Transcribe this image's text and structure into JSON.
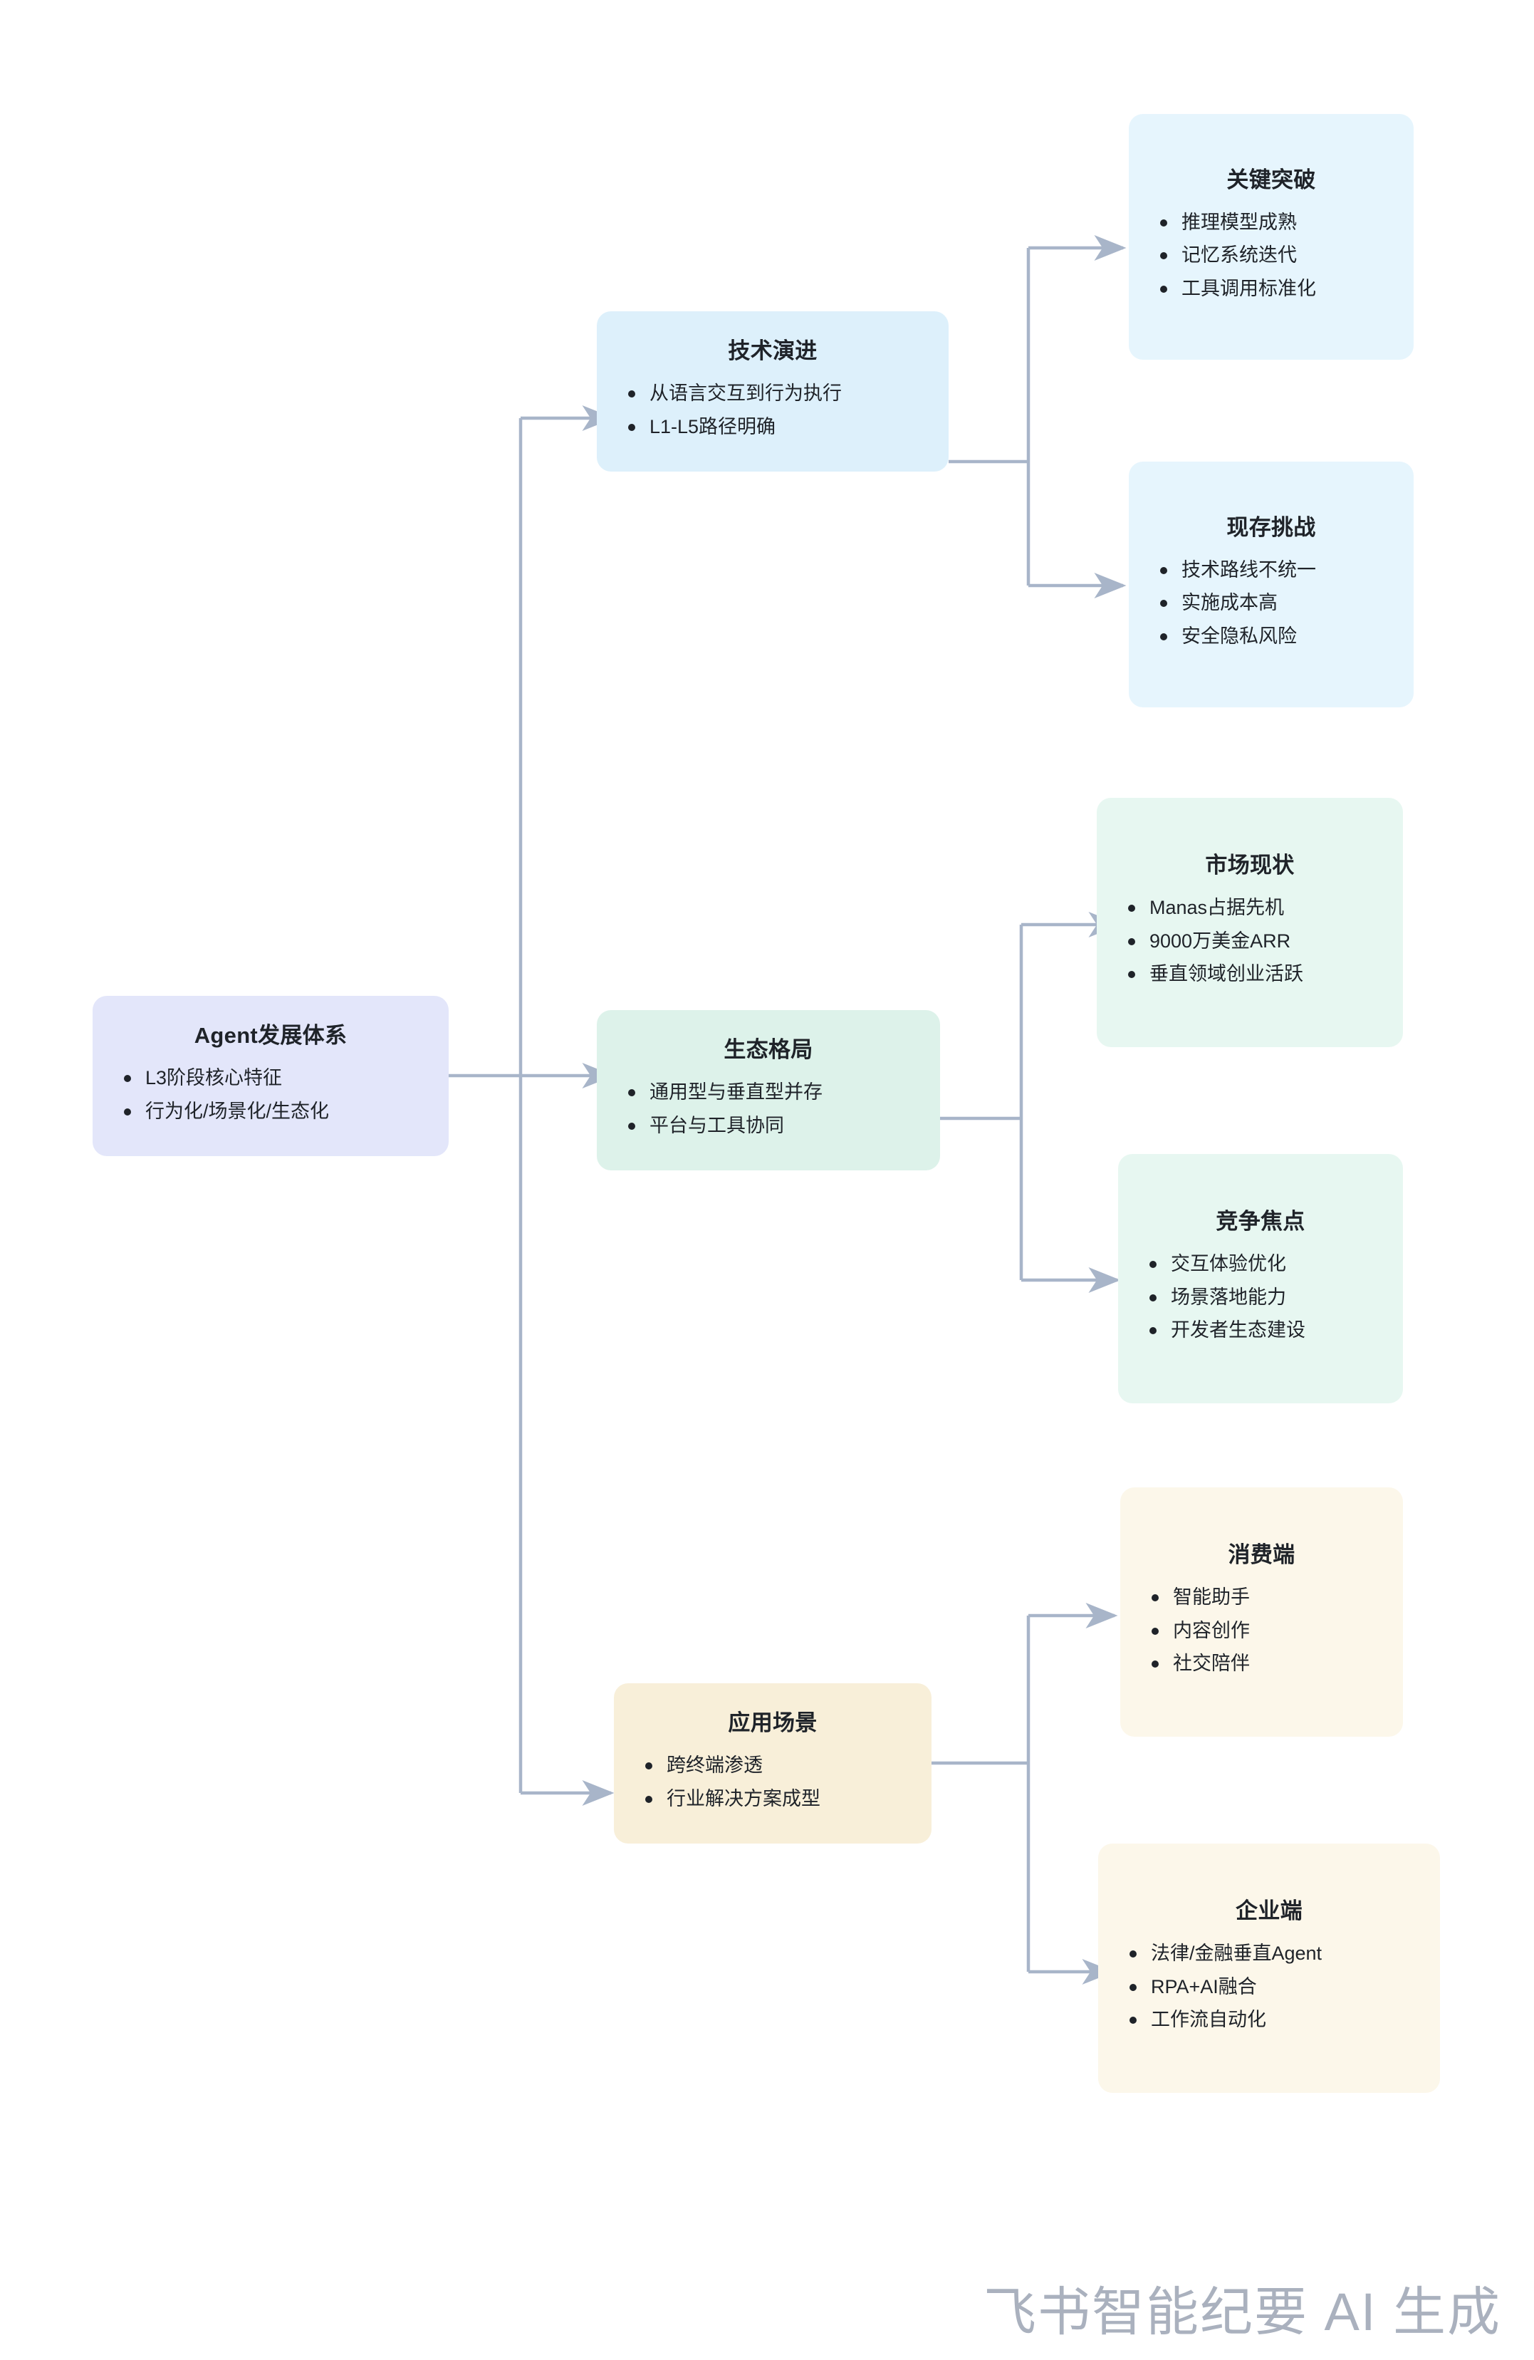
{
  "diagram": {
    "type": "mindmap",
    "title": "Agent发展体系",
    "watermark": "飞书智能纪要 AI 生成",
    "colors": {
      "root_fill": "#e3e6fa",
      "tech_fill": "#ddf0fb",
      "tech_leaf_fill": "#e6f5fd",
      "eco_fill": "#ddf2ea",
      "eco_leaf_fill": "#e7f7f1",
      "app_fill": "#f8efd9",
      "app_leaf_fill": "#fcf7ea",
      "edge_stroke": "#a8b5c9",
      "text": "#1f2329",
      "watermark": "#8a94a6"
    }
  },
  "nodes": {
    "root": {
      "title": "Agent发展体系",
      "bullets": [
        "L3阶段核心特征",
        "行为化/场景化/生态化"
      ]
    },
    "tech": {
      "title": "技术演进",
      "bullets": [
        "从语言交互到行为执行",
        "L1-L5路径明确"
      ]
    },
    "tech_breakthrough": {
      "title": "关键突破",
      "bullets": [
        "推理模型成熟",
        "记忆系统迭代",
        "工具调用标准化"
      ]
    },
    "tech_challenge": {
      "title": "现存挑战",
      "bullets": [
        "技术路线不统一",
        "实施成本高",
        "安全隐私风险"
      ]
    },
    "eco": {
      "title": "生态格局",
      "bullets": [
        "通用型与垂直型并存",
        "平台与工具协同"
      ]
    },
    "eco_market": {
      "title": "市场现状",
      "bullets": [
        "Manas占据先机",
        "9000万美金ARR",
        "垂直领域创业活跃"
      ]
    },
    "eco_compete": {
      "title": "竞争焦点",
      "bullets": [
        "交互体验优化",
        "场景落地能力",
        "开发者生态建设"
      ]
    },
    "app": {
      "title": "应用场景",
      "bullets": [
        "跨终端渗透",
        "行业解决方案成型"
      ]
    },
    "app_consumer": {
      "title": "消费端",
      "bullets": [
        "智能助手",
        "内容创作",
        "社交陪伴"
      ]
    },
    "app_enterprise": {
      "title": "企业端",
      "bullets": [
        "法律/金融垂直Agent",
        "RPA+AI融合",
        "工作流自动化"
      ]
    }
  }
}
